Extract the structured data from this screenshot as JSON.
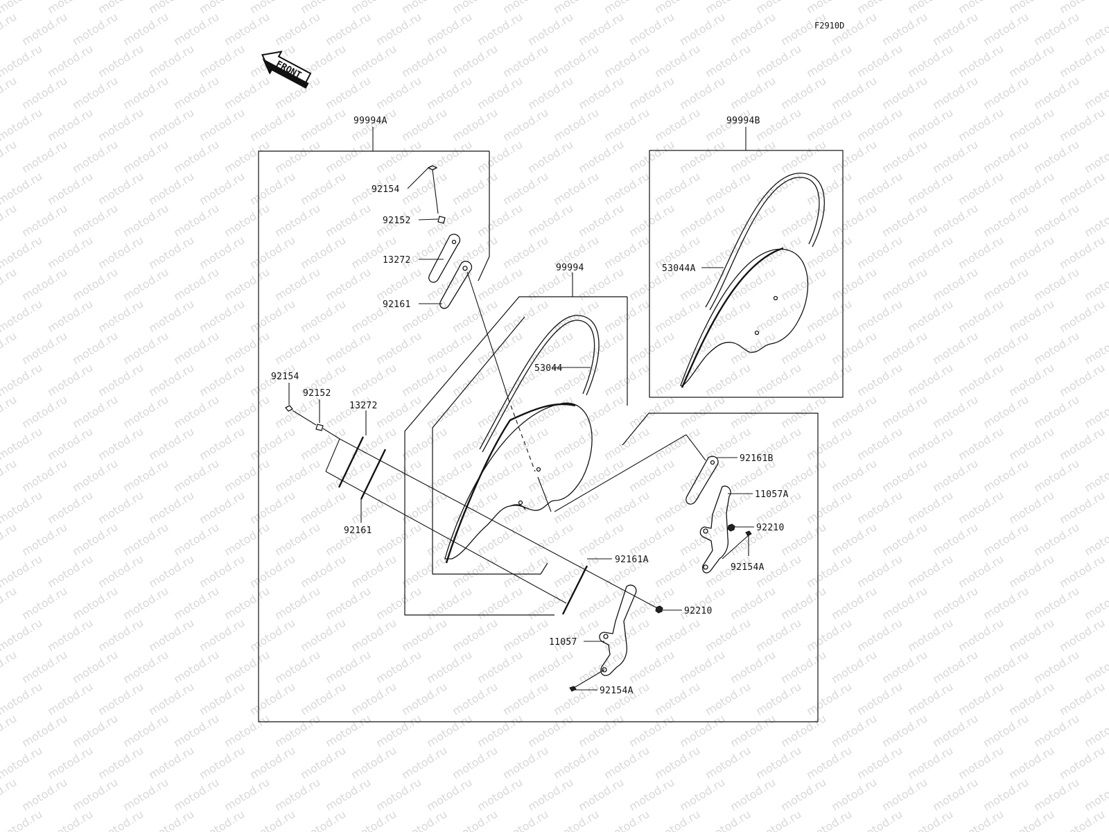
{
  "figure_code": "F2910D",
  "front_arrow_label": "FRONT",
  "watermark": "motod.ru",
  "labels": {
    "kit_a": "99994A",
    "kit_b": "99994B",
    "kit_main": "99994",
    "screw_top": "92154",
    "collar_top": "92152",
    "plate_top": "13272",
    "spacer_top": "92161",
    "trim_main": "53044",
    "trim_b": "53044A",
    "screw_left": "92154",
    "collar_left": "92152",
    "plate_left": "13272",
    "spacer_left": "92161",
    "spacer_b": "92161B",
    "bracket_a": "11057A",
    "nut_right": "92210",
    "bolt_right": "92154A",
    "spacer_a": "92161A",
    "nut_bottom": "92210",
    "bracket": "11057",
    "bolt_bottom": "92154A"
  }
}
